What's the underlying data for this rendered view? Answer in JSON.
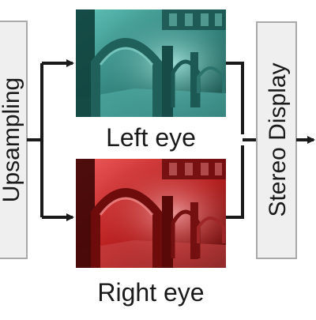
{
  "stages": {
    "upsampling": {
      "label": "Upsampling"
    },
    "stereo_display": {
      "label": "Stereo Display"
    }
  },
  "views": {
    "left_eye": {
      "caption": "Left eye",
      "tint": "#2a7f7a"
    },
    "right_eye": {
      "caption": "Right eye",
      "tint": "#b01818"
    }
  },
  "colors": {
    "box_fill": "#efefef",
    "box_border": "#a9a9a9",
    "arrow": "#1a1a1a",
    "text": "#1a1a1a"
  },
  "icons": {
    "upsampling_to_left_arrow": "arrow-right",
    "upsampling_to_right_arrow": "arrow-right",
    "left_to_display_line": "line",
    "right_to_display_line": "line",
    "display_out_arrow": "arrow-right"
  }
}
